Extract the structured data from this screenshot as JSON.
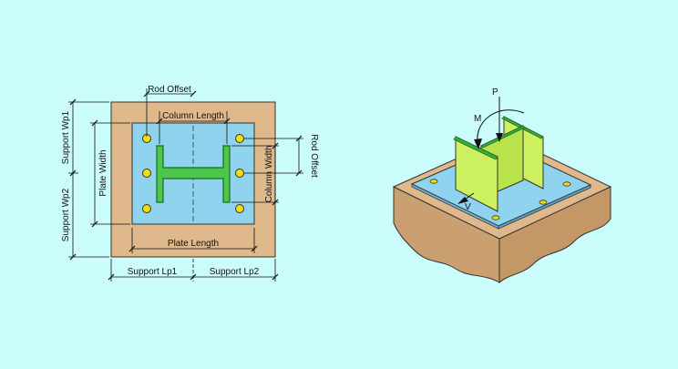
{
  "plan": {
    "labels": {
      "rod_offset_top": "Rod Offset",
      "column_length": "Column Length",
      "column_width": "Column Width",
      "rod_offset_side": "Rod Offset",
      "plate_width": "Plate Width",
      "plate_length": "Plate Length",
      "support_wp1": "Support Wp1",
      "support_wp2": "Support Wp2",
      "support_lp1": "Support Lp1",
      "support_lp2": "Support Lp2"
    }
  },
  "iso": {
    "labels": {
      "axial_load": "P",
      "moment": "M",
      "shear": "V"
    }
  },
  "colors": {
    "background": "#ccfdfd",
    "concrete": "#dfb88b",
    "plate": "#8fd3ee",
    "anchor_bolt": "#f0e000",
    "column_web": "#ccf060",
    "column_flange_edge": "#3aad3a",
    "section_fill": "#4cc64c"
  }
}
